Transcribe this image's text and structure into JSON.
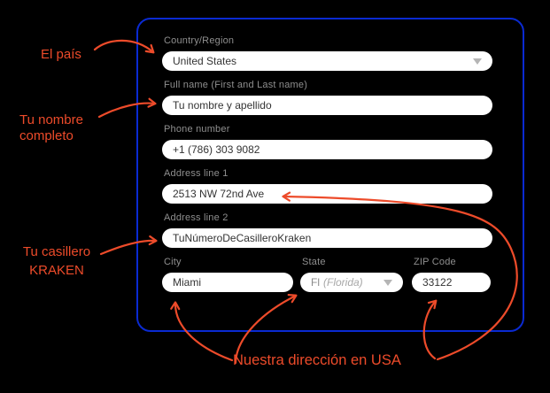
{
  "colors": {
    "accent_blue": "#0a2ad2",
    "annotation_orange": "#ed4b2a",
    "field_background": "#ffffff",
    "label_gray": "#8f8f8f",
    "input_text": "#333333"
  },
  "annotations": {
    "country_note": "El país",
    "name_note": "Tu nombre completo",
    "locker_note_line1": "Tu casillero",
    "locker_note_line2": "KRAKEN",
    "address_note": "Nuestra dirección en USA"
  },
  "form": {
    "country": {
      "label": "Country/Region",
      "value": "United States"
    },
    "full_name": {
      "label": "Full name (First and Last name)",
      "value": "Tu nombre y apellido"
    },
    "phone": {
      "label": "Phone number",
      "value": "+1 (786) 303 9082"
    },
    "address1": {
      "label": "Address line 1",
      "value": "2513 NW 72nd Ave"
    },
    "address2": {
      "label": "Address line 2",
      "value": "TuNúmeroDeCasilleroKraken"
    },
    "city": {
      "label": "City",
      "value": "Miami"
    },
    "state": {
      "label": "State",
      "value_code": "Fl",
      "value_name": "(Florida)"
    },
    "zip": {
      "label": "ZIP Code",
      "value": "33122"
    }
  }
}
